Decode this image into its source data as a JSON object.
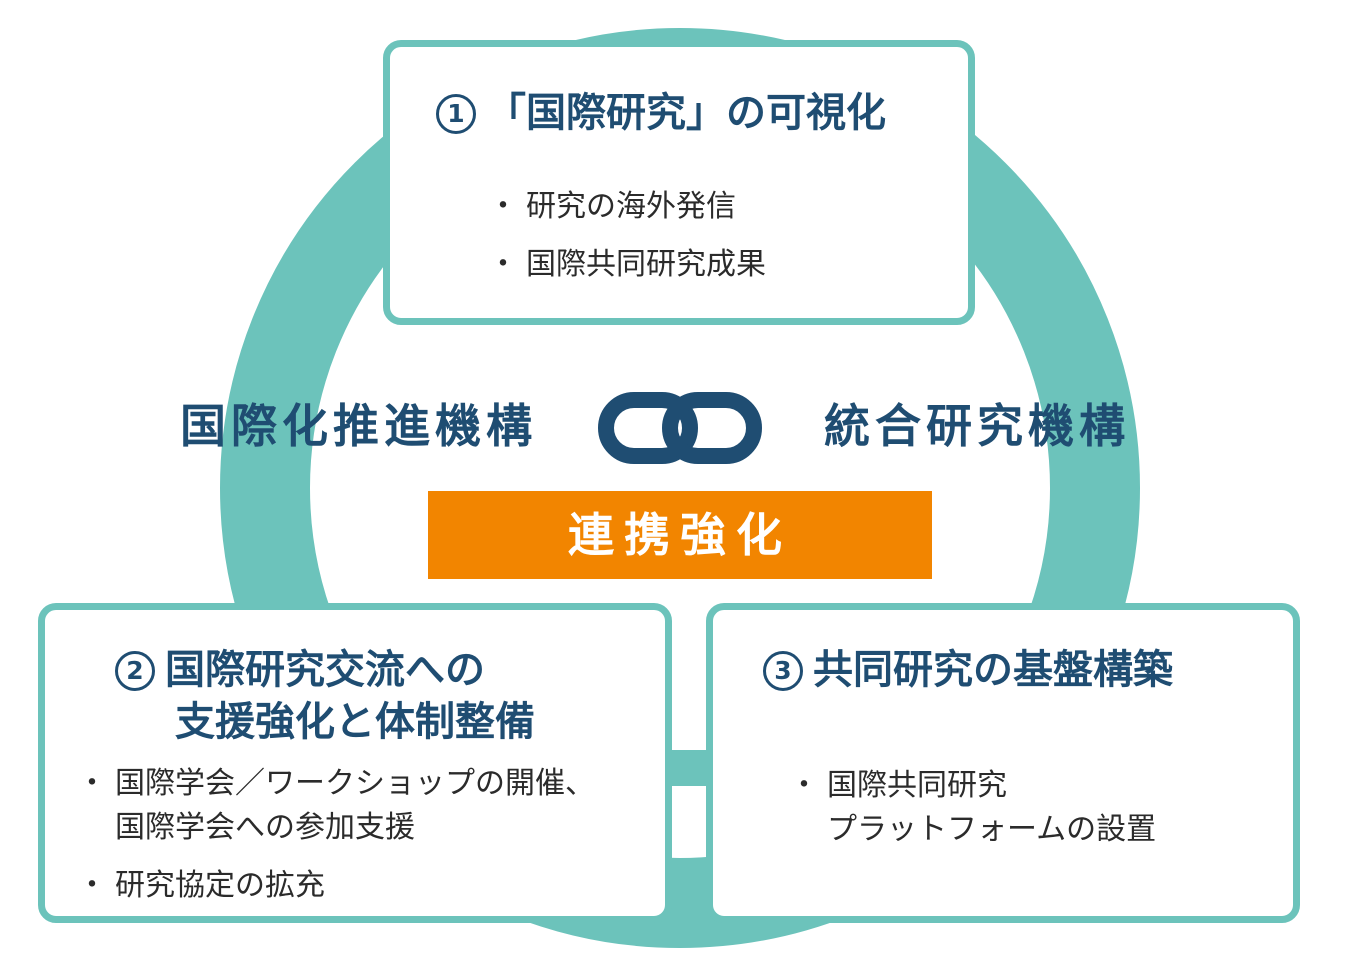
{
  "colors": {
    "teal": "#6cc3bb",
    "navy": "#1f4d72",
    "orange": "#f28500",
    "text": "#2b2b2b"
  },
  "top_box": {
    "number": "1",
    "title": "「国際研究」の可視化",
    "items": [
      "研究の海外発信",
      "国際共同研究成果"
    ]
  },
  "left_org": "国際化推進機構",
  "right_org": "統合研究機構",
  "link_icon": "chain-link-icon",
  "banner": "連携強化",
  "left_box": {
    "number": "2",
    "title_line1": "国際研究交流への",
    "title_line2": "支援強化と体制整備",
    "items": [
      {
        "line1": "国際学会／ワークショップの開催、",
        "line2": "国際学会への参加支援"
      },
      {
        "line1": "研究協定の拡充"
      }
    ]
  },
  "right_box": {
    "number": "3",
    "title": "共同研究の基盤構築",
    "items": [
      {
        "line1": "国際共同研究",
        "line2": "プラットフォームの設置"
      }
    ]
  }
}
